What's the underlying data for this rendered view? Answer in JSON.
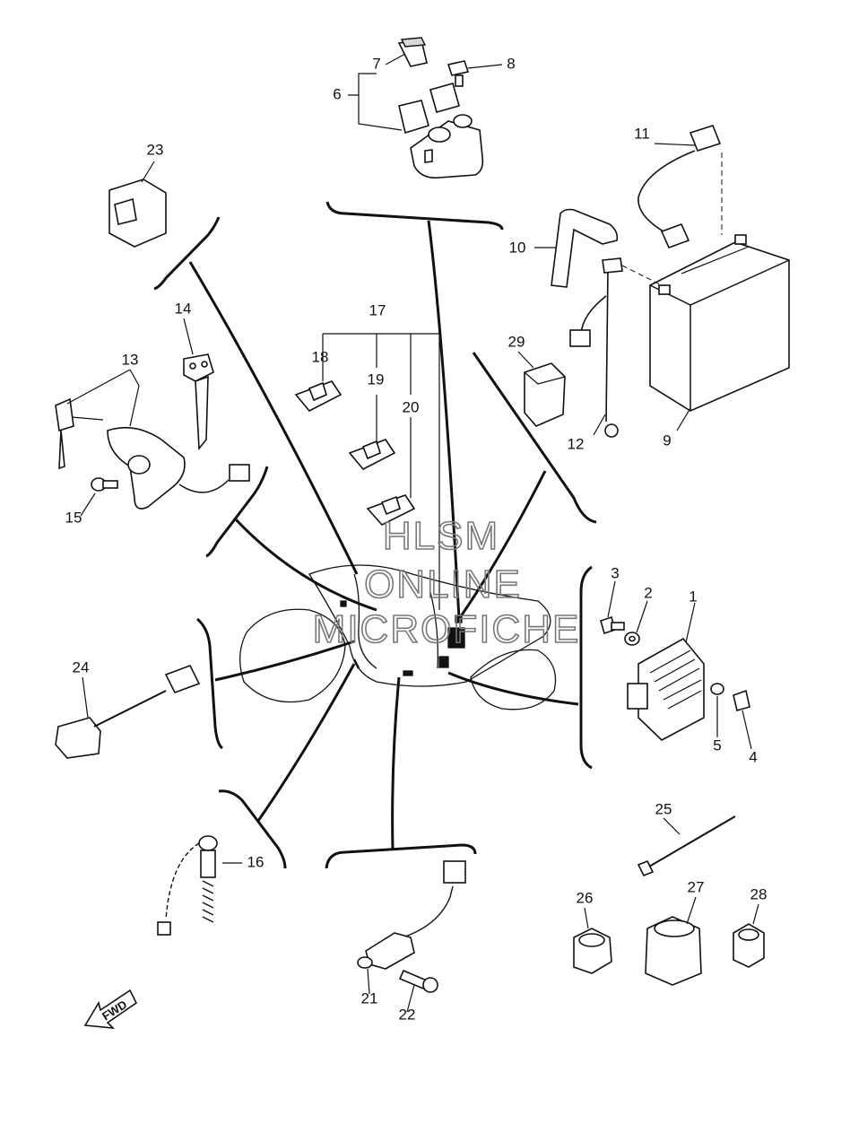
{
  "labels": {
    "l1": "1",
    "l2": "2",
    "l3": "3",
    "l4": "4",
    "l5": "5",
    "l6": "6",
    "l7": "7",
    "l8": "8",
    "l9": "9",
    "l10": "10",
    "l11": "11",
    "l12": "12",
    "l13": "13",
    "l14": "14",
    "l15": "15",
    "l16": "16",
    "l17": "17",
    "l18": "18",
    "l19": "19",
    "l20": "20",
    "l21": "21",
    "l22": "22",
    "l23": "23",
    "l24": "24",
    "l25": "25",
    "l26": "26",
    "l27": "27",
    "l28": "28",
    "l29": "29"
  },
  "watermark": {
    "line1": "HLSM",
    "line2": "ONLINE",
    "line3": "MICROFICHE"
  },
  "fwd_arrow_text": "FWD"
}
